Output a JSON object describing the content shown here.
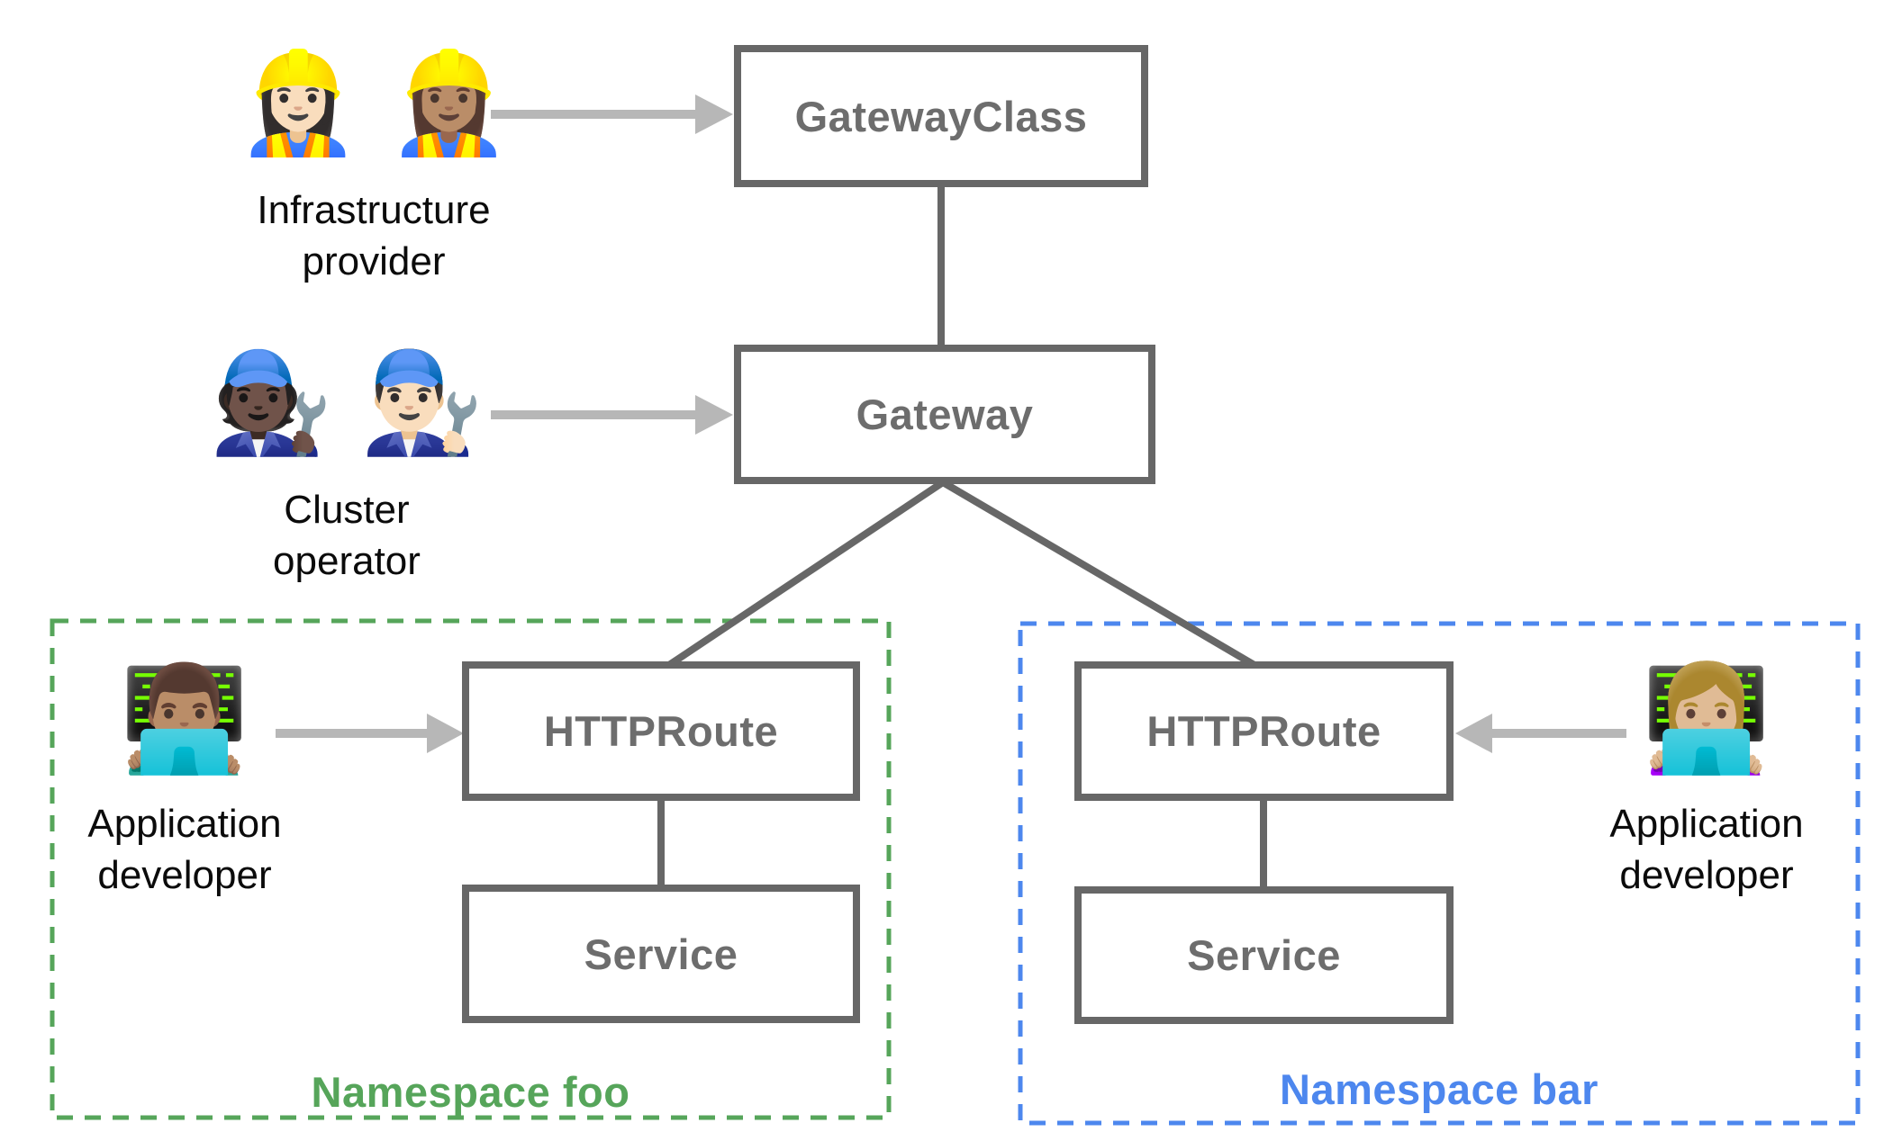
{
  "colors": {
    "box_border": "#676767",
    "box_text": "#6d6d6d",
    "arrow": "#b7b7b7",
    "persona_text": "#0b0b0b",
    "background": "#ffffff",
    "namespace_foo": "#56a55a",
    "namespace_bar": "#4d87ee"
  },
  "nodes": {
    "gateway_class": {
      "label": "GatewayClass"
    },
    "gateway": {
      "label": "Gateway"
    },
    "httproute_foo": {
      "label": "HTTPRoute"
    },
    "service_foo": {
      "label": "Service"
    },
    "httproute_bar": {
      "label": "HTTPRoute"
    },
    "service_bar": {
      "label": "Service"
    }
  },
  "personas": {
    "infrastructure_provider": {
      "emojis": "👷🏻‍♀️ 👷🏽‍♀️",
      "icon_meaning": "two-construction-workers-emoji",
      "label_line1": "Infrastructure",
      "label_line2": "provider"
    },
    "cluster_operator": {
      "emojis": "🧑🏿‍🔧 👨🏻‍🔧",
      "icon_meaning": "two-mechanics-emoji",
      "label_line1": "Cluster",
      "label_line2": "operator"
    },
    "app_developer_foo": {
      "emojis": "👨🏽‍💻",
      "icon_meaning": "man-technologist-emoji",
      "label_line1": "Application",
      "label_line2": "developer"
    },
    "app_developer_bar": {
      "emojis": "👩🏼‍💻",
      "icon_meaning": "woman-technologist-emoji",
      "label_line1": "Application",
      "label_line2": "developer"
    }
  },
  "namespaces": {
    "foo": {
      "label": "Namespace foo",
      "color": "#56a55a"
    },
    "bar": {
      "label": "Namespace bar",
      "color": "#4d87ee"
    }
  }
}
